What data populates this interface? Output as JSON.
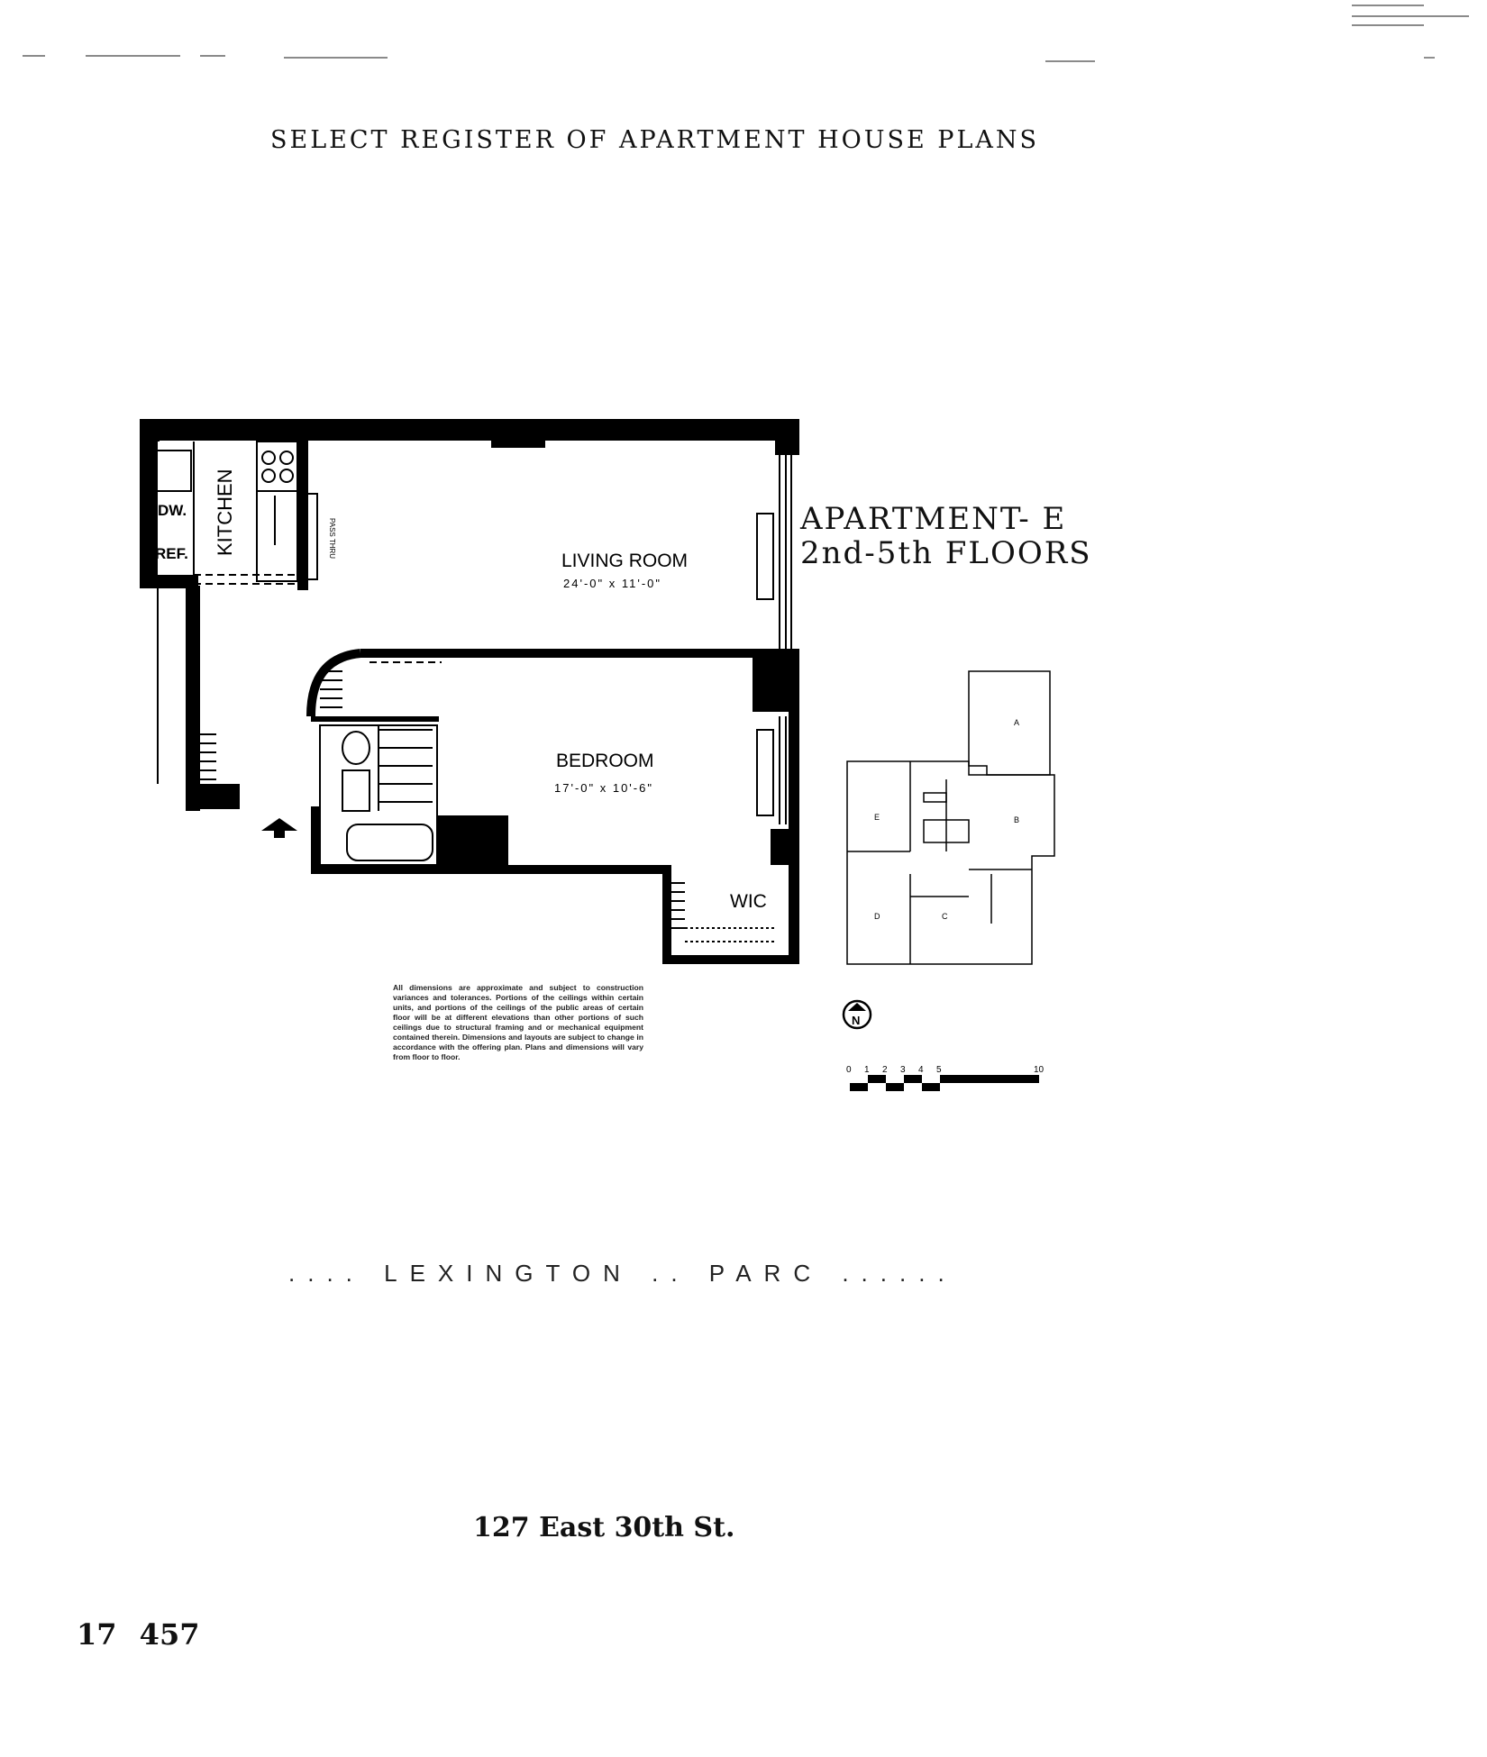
{
  "header": {
    "title": "SELECT REGISTER OF APARTMENT HOUSE PLANS"
  },
  "apartment": {
    "name": "APARTMENT- E",
    "floors": "2nd-5th FLOORS"
  },
  "rooms": {
    "kitchen": "KITCHEN",
    "dw": "DW.",
    "ref": "REF.",
    "pass_thru": "PASS THRU",
    "living": {
      "label": "LIVING ROOM",
      "dims": "24'-0\" x 11'-0\""
    },
    "bedroom": {
      "label": "BEDROOM",
      "dims": "17'-0\" x 10'-6\""
    },
    "wic": "WIC"
  },
  "key_plan": {
    "units": [
      "A",
      "B",
      "C",
      "D",
      "E"
    ],
    "north": "N"
  },
  "scale": {
    "ticks": [
      "0",
      "1",
      "2",
      "3",
      "4",
      "5",
      "10"
    ]
  },
  "disclaimer": "All dimensions are approximate and subject to construction variances and tolerances. Portions of the ceilings within certain units, and portions of the ceilings of the public areas of certain floor will be at different elevations than other portions of such ceilings due to structural framing and or mechanical equipment contained therein. Dimensions and layouts are subject to change in accordance with the offering plan. Plans and dimensions will vary from floor to floor.",
  "building": {
    "name": ".... LEXINGTON .. PARC ......",
    "address": "127 East 30th St."
  },
  "page": {
    "number": "17 457"
  }
}
